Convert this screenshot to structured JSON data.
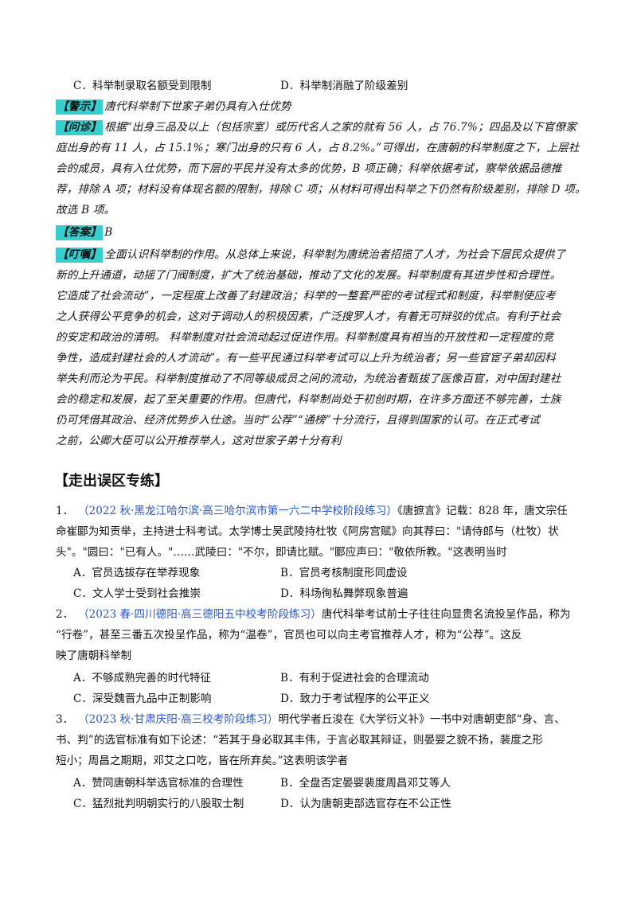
{
  "prev_options": {
    "C": "C．科举制录取名额受到限制",
    "D": "D．科举制消融了阶级差别"
  },
  "hint": {
    "tag": "【警示】",
    "text": "唐代科举制下世家子弟仍具有入仕优势"
  },
  "diagnosis": {
    "tag": "【问诊】",
    "lines": [
      "根据“出身三品及以上（包括宗室）或历代名人之家的就有 56 人，占 76.7%；四品及以下官僚家",
      "庭出身的有 11 人，占 15.1%；寒门出身的只有 6 人，占 8.2%。”可得出，在唐朝的科举制度之下，上层社",
      "会的成员，具有入仕优势，而下层的平民并没有太多的优势，B 项正确；科举依据考试，察举依据品德推",
      "荐，排除 A 项；材料没有体现名额的限制，排除 C 项；从材料可得出科举之下仍然有阶级差别，排除 D 项。",
      "故选 B 项。"
    ]
  },
  "answer": {
    "tag": "【答案】",
    "text": "B"
  },
  "reminder": {
    "tag": "【叮嘱】",
    "lines": [
      "全面认识科举制的作用。从总体上来说，科举制为唐统治者招揽了人才，为社会下层民众提供了",
      "新的上升通道，动摇了门阀制度，扩大了统治基础，推动了文化的发展。科举制度有其进步性和合理性。",
      "它造成了社会流动”，一定程度上改善了封建政治；科举的一整套严密的考试程式和制度，科举制使应考",
      "之人获得公平竞争的机会，这对于调动人的积极因素，广泛搜罗人才，有着无可辩驳的优点。有利于社会",
      "的安定和政治的清明。 科举制度对社会流动起过促进作用。科举制度具有相当的开放性和一定程度的竞",
      "争性，造成封建社会的人才流动”。有一些平民通过科举考试可以上升为统治者；另一些官宦子弟却因科",
      "举失利而沦为平民。科举制度推动了不同等级成员之间的流动，为统治者甄拔了医像百官，对中国封建社",
      "会的稳定和发展，起了至关重要的作用。但唐代，科举制尚处于初创时期，在许多方面还不够完善，士族",
      "仍可凭借其政治、经济优势步入仕途。当时“公荐”“通榜”十分流行，且得到国家的认可。在正式考试",
      "之前，公卿大臣可以公开推荐举人，这对世家子弟十分有利"
    ]
  },
  "section_title": "【走出误区专练】",
  "questions": [
    {
      "num": "1．",
      "source": "（2022 秋·黑龙江哈尔滨·高三哈尔滨市第一六二中学校阶段练习）",
      "lines": [
        "《唐摭言》记载：828 年，唐文宗任",
        "命崔郾为知贡举，主持进士科考试。太学博士吴武陵持杜牧《阿房宫赋》向其荐曰：\"请侍郎与（杜牧）状",
        "头\"。\"圆曰：\"已有人。\"……武陵曰：\"不尔，即请比赋。\"郾应声曰：\"敬依所教。\"这表明当时"
      ],
      "options": [
        "A．官员选拔存在举荐现象",
        "B．官员考核制度形同虚设",
        "C．文人学士受到社会推崇",
        "D．科场徇私舞弊现象普遍"
      ]
    },
    {
      "num": "2．",
      "source": "（2023 春·四川德阳·高三德阳五中校考阶段练习）",
      "lines": [
        "唐代科举考试前士子往往向显贵名流投呈作品，称为",
        "“行卷”，甚至三番五次投呈作品，称为“温卷”，官员也可以向主考官推荐人才，称为“公荐”。这反",
        "映了唐朝科举制"
      ],
      "options": [
        "A．不够成熟完善的时代特征",
        "B．有利于促进社会的合理流动",
        "C．深受魏晋九品中正制影响",
        "D．致力于考试程序的公平正义"
      ]
    },
    {
      "num": "3．",
      "source": "（2023 秋·甘肃庆阳·高三校考阶段练习）",
      "lines": [
        "明代学者丘浚在《大学衍义补》一书中对唐朝吏部“身、言、",
        "书、判”的选官标准有如下论述：“若其于身必取其丰伟，于言必取其辩证，则晏婴之貌不扬，裴度之形",
        "短小；周昌之期期，邓艾之口吃，皆在所弃矣。”这表明该学者"
      ],
      "options": [
        "A．赞同唐朝科举选官标准的合理性",
        "B．全盘否定晏婴裴度周昌邓艾等人",
        "C．猛烈批判明朝实行的八股取士制",
        "D．认为唐朝吏部选官存在不公正性"
      ]
    }
  ]
}
